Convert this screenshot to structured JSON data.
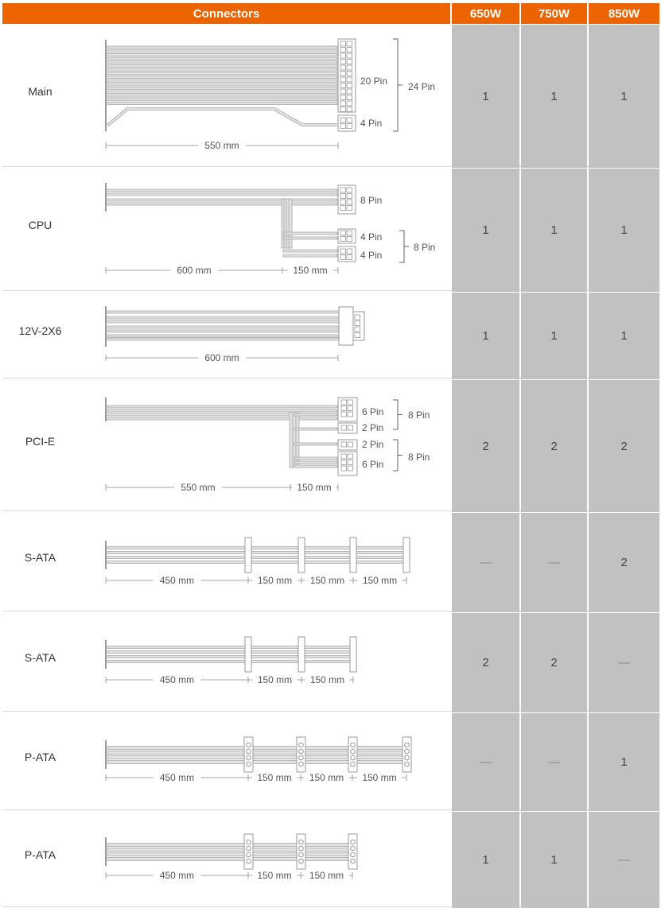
{
  "header": {
    "connectors": "Connectors",
    "cols": [
      "650W",
      "750W",
      "850W"
    ]
  },
  "accent": "#ec6400",
  "rows": [
    {
      "name": "Main",
      "labels": [
        "20 Pin",
        "4 Pin",
        "24 Pin"
      ],
      "dims": [
        "550 mm"
      ],
      "values": [
        "1",
        "1",
        "1"
      ]
    },
    {
      "name": "CPU",
      "labels": [
        "8 Pin",
        "4 Pin",
        "4 Pin",
        "8 Pin"
      ],
      "dims": [
        "600 mm",
        "150 mm"
      ],
      "values": [
        "1",
        "1",
        "1"
      ]
    },
    {
      "name": "12V-2X6",
      "labels": [],
      "dims": [
        "600 mm"
      ],
      "values": [
        "1",
        "1",
        "1"
      ]
    },
    {
      "name": "PCI-E",
      "labels": [
        "6 Pin",
        "2 Pin",
        "2 Pin",
        "6 Pin",
        "8 Pin",
        "8 Pin"
      ],
      "dims": [
        "550 mm",
        "150 mm"
      ],
      "values": [
        "2",
        "2",
        "2"
      ]
    },
    {
      "name": "S-ATA",
      "labels": [],
      "dims": [
        "450 mm",
        "150 mm",
        "150 mm",
        "150 mm"
      ],
      "values": [
        "—",
        "—",
        "2"
      ]
    },
    {
      "name": "S-ATA",
      "labels": [],
      "dims": [
        "450 mm",
        "150 mm",
        "150 mm"
      ],
      "values": [
        "2",
        "2",
        "—"
      ]
    },
    {
      "name": "P-ATA",
      "labels": [],
      "dims": [
        "450 mm",
        "150 mm",
        "150 mm",
        "150 mm"
      ],
      "values": [
        "—",
        "—",
        "1"
      ]
    },
    {
      "name": "P-ATA",
      "labels": [],
      "dims": [
        "450 mm",
        "150 mm",
        "150 mm"
      ],
      "values": [
        "1",
        "1",
        "—"
      ]
    }
  ]
}
